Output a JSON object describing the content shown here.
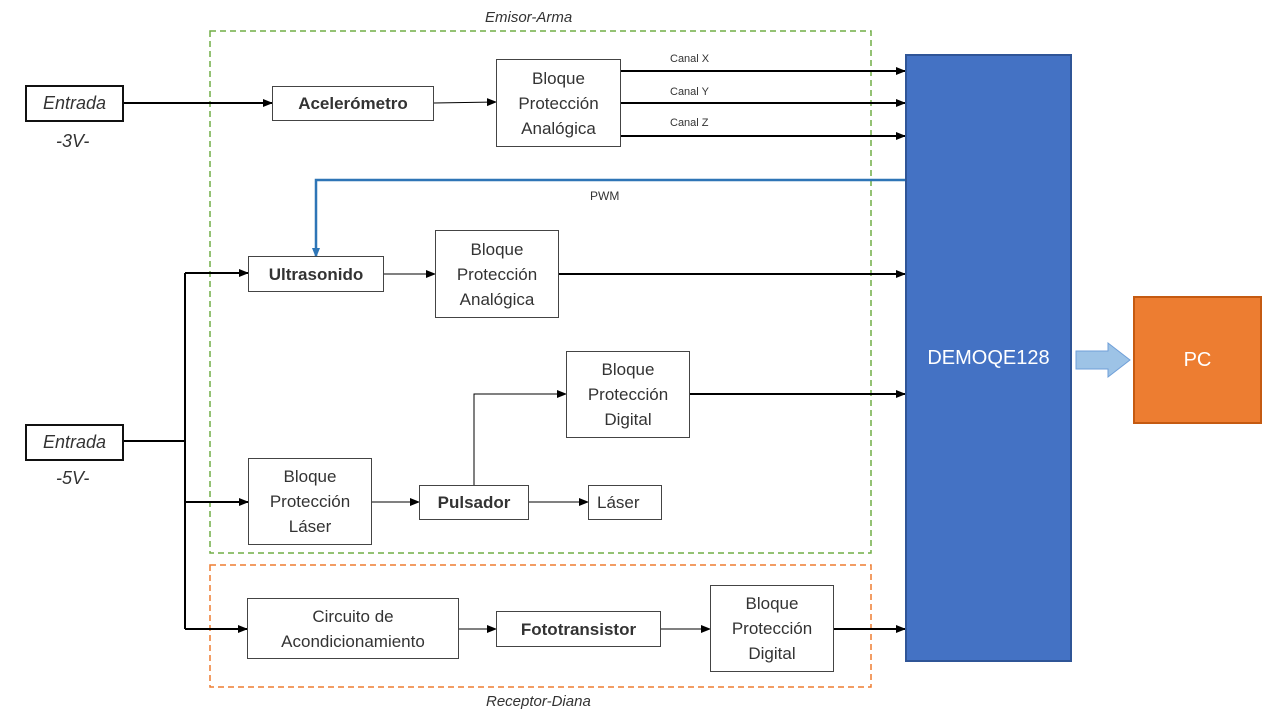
{
  "groups": {
    "emisor": "Emisor-Arma",
    "receptor": "Receptor-Diana"
  },
  "inputs": {
    "entrada_top": "Entrada",
    "voltage_top": "-3V-",
    "entrada_bottom": "Entrada",
    "voltage_bottom": "-5V-"
  },
  "blocks": {
    "acelerometro": "Acelerómetro",
    "proteccion_analogica_1": [
      "Bloque",
      "Protección",
      "Analógica"
    ],
    "ultrasonido": "Ultrasonido",
    "proteccion_analogica_2": [
      "Bloque",
      "Protección",
      "Analógica"
    ],
    "proteccion_digital_1": [
      "Bloque",
      "Protección",
      "Digital"
    ],
    "proteccion_laser": [
      "Bloque",
      "Protección",
      "Láser"
    ],
    "pulsador": "Pulsador",
    "laser": "Láser",
    "circuito_acondicionamiento": [
      "Circuito de",
      "Acondicionamiento"
    ],
    "fototransistor": "Fototransistor",
    "proteccion_digital_2": [
      "Bloque",
      "Protección",
      "Digital"
    ]
  },
  "signals": {
    "canal_x": "Canal X",
    "canal_y": "Canal Y",
    "canal_z": "Canal Z",
    "pwm": "PWM"
  },
  "mcu": "DEMOQE128",
  "pc": "PC",
  "colors": {
    "emisor_border": "#70ad47",
    "receptor_border": "#ed7d31",
    "mcu_fill": "#4472c4",
    "pc_fill": "#ed7d31",
    "pwm_wire": "#2e75b6",
    "pc_arrow": "#9dc3e6"
  }
}
